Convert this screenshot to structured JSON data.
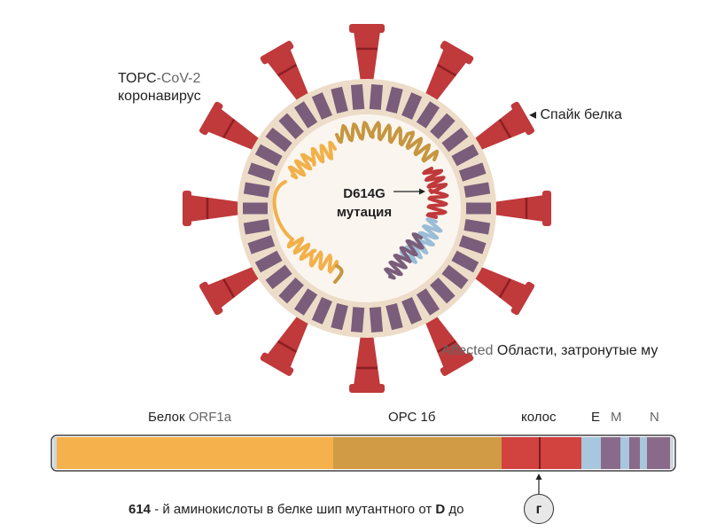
{
  "virus": {
    "name_line1_a": "ТОРС",
    "name_line1_b": "-CoV-2",
    "name_line2": "коронавирус",
    "spike_label": "◂ Спайк белка",
    "mutation_line1": "D614G",
    "mutation_line2": "мутация",
    "affected_en": "Affected",
    "affected_ru": " Области, затронутые му"
  },
  "genome": {
    "labels": {
      "orf1a_ru": "Белок ",
      "orf1a_en": "ORF1a",
      "orf1b": "ОРС 1б",
      "spike": "колос",
      "e": "E",
      "m": "M",
      "n": "N"
    },
    "footnote": {
      "num": "614",
      "text": " - й аминокислоты в белке шип мутантного от ",
      "from": "D",
      "to_word": " до",
      "to_letter": "г"
    }
  },
  "colors": {
    "spike": "#c0393b",
    "spike_dark": "#8c1f22",
    "membrane": "#7a5d7a",
    "envelope": "#eddcc8",
    "rna_orange": "#f2b04a",
    "rna_gold": "#c69640",
    "rna_red": "#c0393b",
    "rna_blue": "#9bbdd6",
    "rna_purple": "#7a5d7a",
    "bar_orange": "#f5b14b",
    "bar_gold": "#d19a45",
    "bar_red": "#d2423f",
    "bar_blue": "#a8c6dd",
    "bar_purple": "#8a6a8a"
  }
}
